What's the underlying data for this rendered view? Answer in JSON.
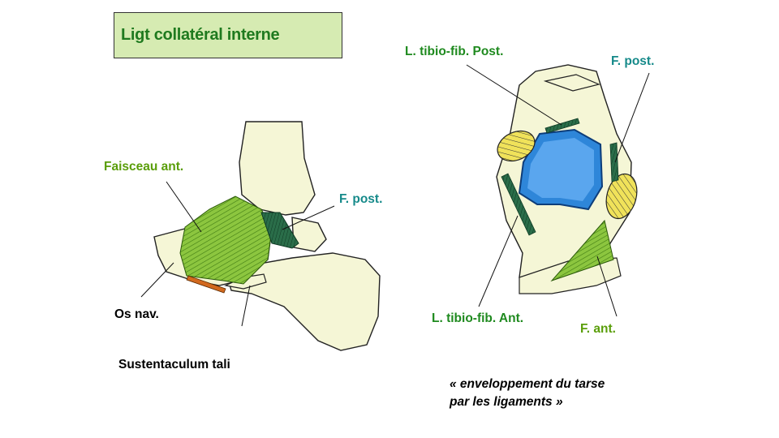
{
  "title": "Ligt collatéral interne",
  "left_figure": {
    "labels": {
      "faisceau_ant": "Faisceau ant.",
      "f_post": "F. post.",
      "os_nav": "Os nav.",
      "sustentaculum": "Sustentaculum tali"
    }
  },
  "right_figure": {
    "labels": {
      "tibio_fib_post": "L. tibio-fib. Post.",
      "f_post": "F. post.",
      "tibio_fib_ant": "L. tibio-fib. Ant.",
      "f_ant": "F. ant."
    }
  },
  "caption": {
    "line1": "«  enveloppement du tarse",
    "line2": "par les ligaments »"
  },
  "colors": {
    "title_box": "#d6ebb2",
    "bone": "#f5f6d6",
    "ligament_green": "#7ab82a",
    "ligament_dark": "#1d5a3c",
    "cartilage_blue": "#2e86d9",
    "label_green": "#5a9e0a",
    "label_teal": "#168a8a"
  }
}
